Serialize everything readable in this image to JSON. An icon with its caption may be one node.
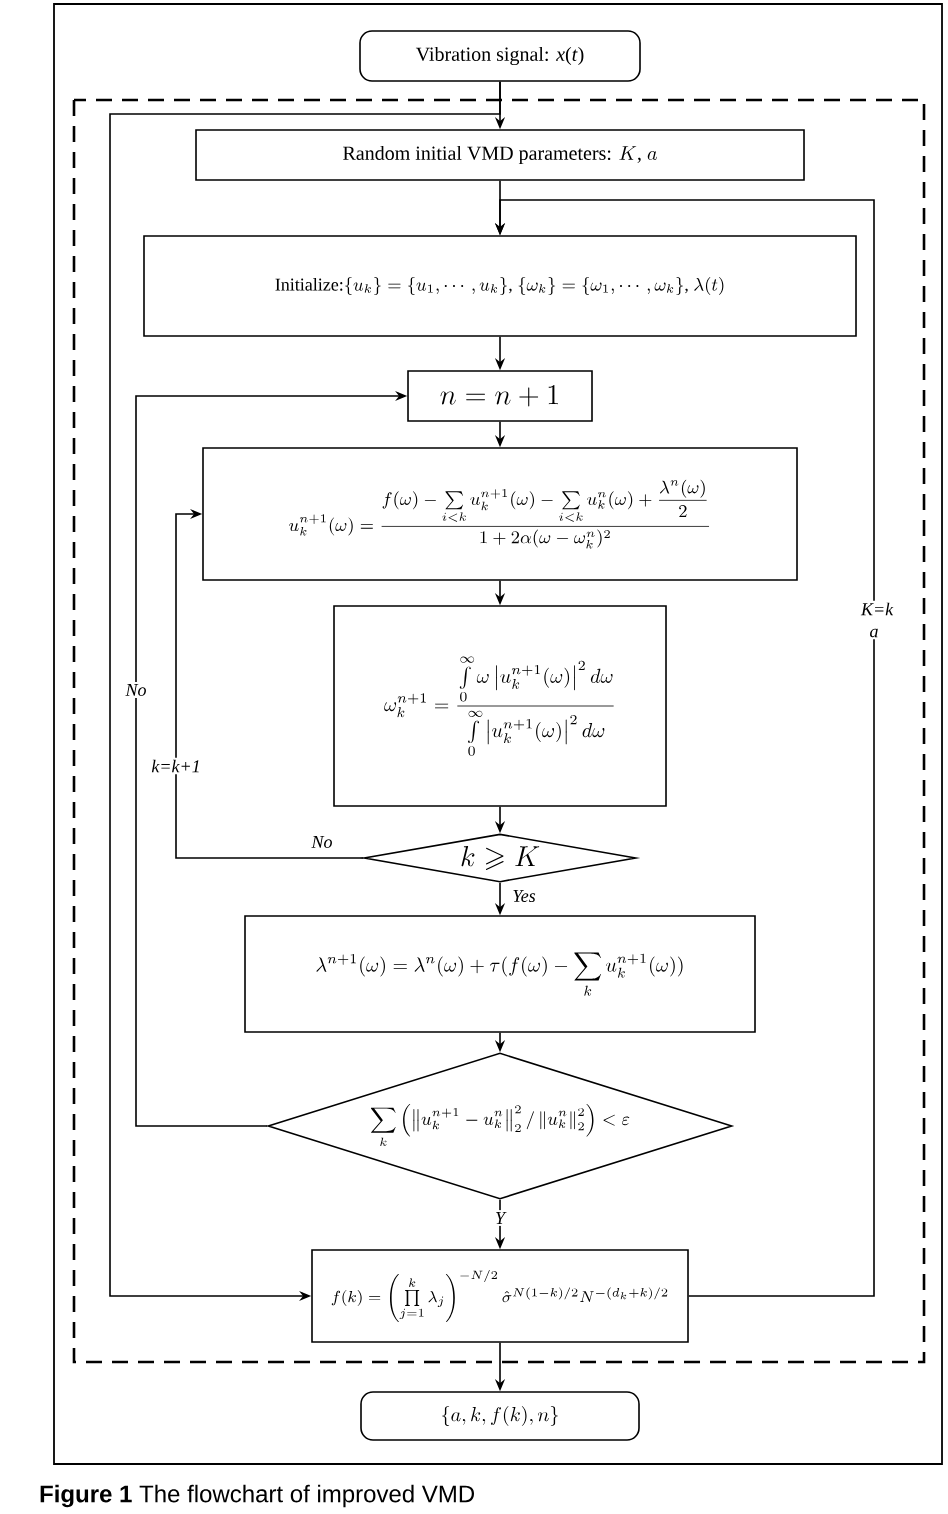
{
  "diagram": {
    "caption": "**Figure 1** The flowchart of improved VMD",
    "nodes": [
      {
        "text": [
          "Vibration signal: *x*(*t*)"
        ]
      },
      {
        "text": [
          "\\text{Random initial VMD parameters: }K\\text{, }a"
        ]
      },
      {
        "text": [
          "\\text{Initialize:}\\{u_k\\}=\\{u_1,\\cdots,u_k\\}\\text{, }\\{\\omega_k\\}=\\{\\omega_1,\\cdots,\\omega_k\\}\\text{, }\\lambda(t)"
        ]
      },
      {
        "text": [
          "n=n+1"
        ]
      },
      {
        "text": [
          "u_k^{n+1}(\\omega)=\\frac{f(\\omega)-\\sum\\limits_{i<k}u_k^{n+1}(\\omega)-\\sum\\limits_{i<k}u_k^{n}(\\omega)+\\dfrac{\\lambda^n(\\omega)}{2}}{1+2\\alpha(\\omega-\\omega_k^n)^2}"
        ]
      },
      {
        "text": [
          "\\omega_k^{n+1}=\\frac{\\int\\limits_0^\\infty\\omega\\left|u_k^{n+1}(\\omega)\\right|^2d\\omega}{\\int\\limits_0^\\infty\\left|u_k^{n+1}(\\omega)\\right|^2d\\omega}"
        ]
      },
      {
        "text": [
          "k\\geqslant K"
        ]
      },
      {
        "text": [
          "\\lambda^{n+1}(\\omega)=\\lambda^n(\\omega)+\\tau(f(\\omega)-\\sum_k u_k^{n+1}(\\omega))"
        ]
      },
      {
        "text": [
          "\\sum_k\\left(\\left\\|u_k^{n+1}-u_k^n\\right\\|_2^2/\\left\\|u_k^n\\right\\|_2^2\\right)<\\varepsilon"
        ]
      },
      {
        "text": [
          "f(k)=\\left(\\prod\\limits_{j=1}^{k}\\lambda_j\\right)^{-N/2}\\hat{\\sigma}^{N(1-k)/2}N^{-(d_k+k)/2}"
        ]
      },
      {
        "text": [
          "\\{a, k, f(k), n\\}"
        ]
      }
    ],
    "edges": [
      {
        "from": 0,
        "to": 1,
        "arrow": "to"
      },
      {
        "from": 1,
        "to": 2,
        "arrow": "to"
      },
      {
        "from": 2,
        "to": 3,
        "arrow": "to"
      },
      {
        "from": 3,
        "to": 4,
        "arrow": "to"
      },
      {
        "from": 4,
        "to": 5,
        "arrow": "to"
      },
      {
        "from": 5,
        "to": 6,
        "arrow": "to"
      },
      {
        "from": 6,
        "to": 7,
        "arrow": "to",
        "label": "Yes"
      },
      {
        "from": 7,
        "to": 8,
        "arrow": "to"
      },
      {
        "from": 8,
        "to": 9,
        "arrow": "to",
        "label": "Y"
      },
      {
        "from": 9,
        "to": 10,
        "arrow": "to"
      },
      {
        "from": 6,
        "to": 4,
        "arrow": "to",
        "label": "No"
      },
      {
        "from": 8,
        "to": 3,
        "arrow": "to",
        "label": "No"
      },
      {
        "from": 0,
        "to": 9,
        "arrow": "to"
      },
      {
        "from": 9,
        "to": 2,
        "arrow": "to",
        "label": "*K*=*k* *a*"
      }
    ],
    "labels": [
      "*k*=*k*+*1*"
    ]
  }
}
